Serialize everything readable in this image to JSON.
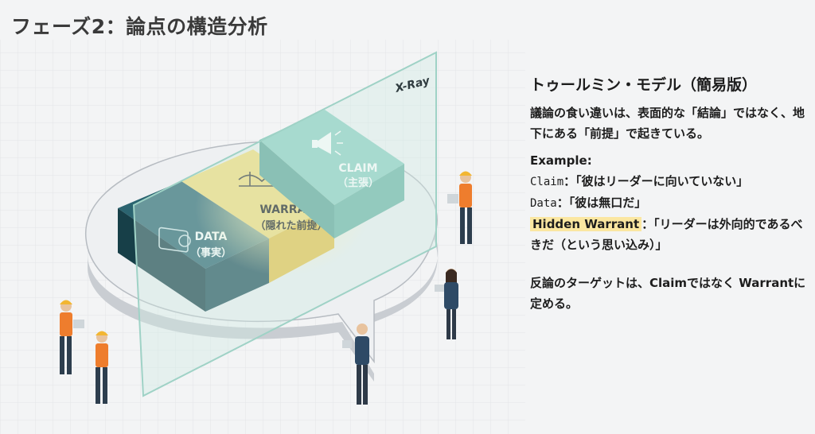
{
  "page": {
    "title": "フェーズ2：論点の構造分析"
  },
  "diagram": {
    "xray_label": "X-Ray",
    "blocks": {
      "data": {
        "label": "DATA",
        "sub": "（事実）"
      },
      "warrant": {
        "label": "WARRANT",
        "sub": "（隠れた前提）"
      },
      "claim": {
        "label": "CLAIM",
        "sub": "（主張）"
      }
    },
    "colors": {
      "data": "#1f4f5a",
      "warrant": "#f4d35e",
      "claim": "#7fc4b8",
      "bubble": "#eef0f2",
      "glass": "#cfe9e3"
    }
  },
  "panel": {
    "title": "トゥールミン・モデル（簡易版）",
    "description": "議論の食い違いは、表面的な「結論」ではなく、地下にある「前提」で起きている。",
    "example_label": "Example:",
    "claim_prefix": "Claim",
    "claim_text": "：「彼はリーダーに向いていない」",
    "data_prefix": "Data",
    "data_text": "：「彼は無口だ」",
    "warrant_prefix": "Hidden Warrant",
    "warrant_text": "：「リーダーは外向的であるべきだ（という思い込み）」",
    "conclusion": "反論のターゲットは、Claimではなく Warrantに定める。"
  }
}
